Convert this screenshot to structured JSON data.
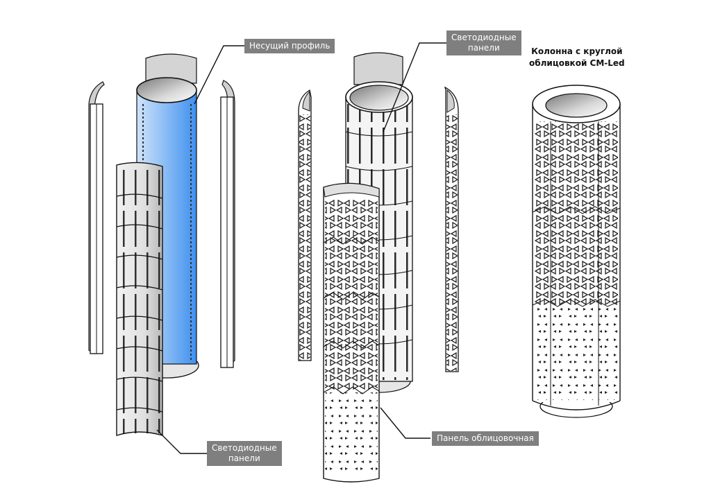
{
  "diagram": {
    "title": "Колонна с круглой\nоблицовкой CM-Led",
    "callouts": {
      "bearing_profile": "Несущий профиль",
      "led_panels_top": "Светодиодные\nпанели",
      "led_panels_bottom": "Светодиодные\nпанели",
      "cladding_panel": "Панель облицовочная"
    },
    "colors": {
      "callout_bg": "#7f7f7f",
      "callout_text": "#ffffff",
      "core_blue": "#5aa0f0",
      "line": "#111111",
      "panel_grey": "#d9d9d9"
    },
    "assemblies": [
      {
        "name": "exploded-column-with-core",
        "parts": [
          "left-profile-strip",
          "blue-core-cylinder",
          "led-panel-segment",
          "right-profile-strip"
        ]
      },
      {
        "name": "exploded-column-with-led",
        "parts": [
          "left-cladding-strip",
          "led-panel-column",
          "cladding-panel",
          "right-cladding-strip"
        ]
      },
      {
        "name": "assembled-column",
        "parts": [
          "perforated-cladding-cylinder"
        ]
      }
    ]
  }
}
